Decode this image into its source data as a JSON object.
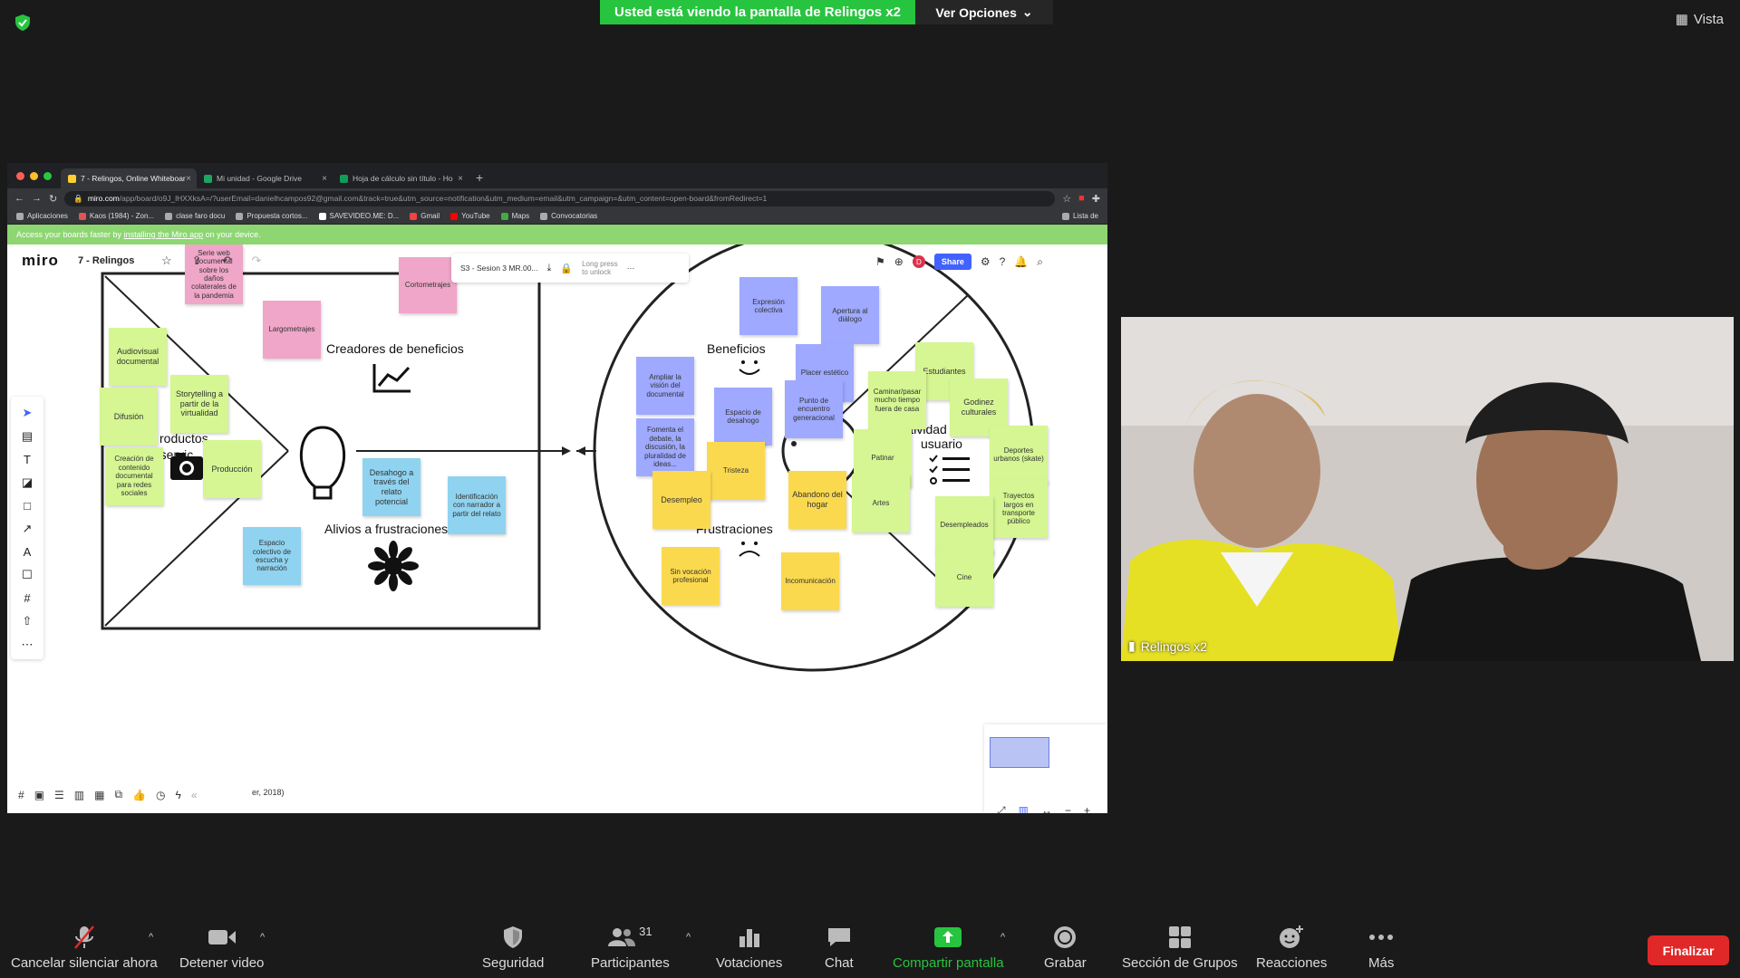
{
  "zoom": {
    "sharing_banner": "Usted está viendo la pantalla de Relingos x2",
    "view_options": "Ver Opciones",
    "vista": "Vista",
    "participant_name": "Relingos x2",
    "participants_count": "31",
    "bottom_bar": {
      "mute": "Cancelar silenciar ahora",
      "video": "Detener video",
      "security": "Seguridad",
      "participants": "Participantes",
      "polls": "Votaciones",
      "chat": "Chat",
      "share": "Compartir pantalla",
      "record": "Grabar",
      "breakout": "Sección de Grupos",
      "reactions": "Reacciones",
      "more": "Más",
      "end": "Finalizar"
    },
    "colors": {
      "green": "#27c43f",
      "red": "#e02828"
    }
  },
  "browser": {
    "tabs": [
      {
        "label": "7 - Relingos, Online Whiteboar"
      },
      {
        "label": "Mi unidad - Google Drive"
      },
      {
        "label": "Hoja de cálculo sin título - Ho"
      }
    ],
    "url_host": "miro.com",
    "url_path": "/app/board/o9J_lHXXksA=/?userEmail=danielhcampos92@gmail.com&track=true&utm_source=notification&utm_medium=email&utm_campaign=&utm_content=open-board&fromRedirect=1",
    "bookmarks": [
      "Aplicaciones",
      "Kaos (1984) - Zon...",
      "clase faro docu",
      "Propuesta cortos...",
      "SAVEVIDEO.ME: D...",
      "Gmail",
      "YouTube",
      "Maps",
      "Convocatorias"
    ],
    "bookmarks_right": "Lista de"
  },
  "miro": {
    "banner_prefix": "Access your boards faster by",
    "banner_link": "installing the Miro app",
    "banner_suffix": "on your device.",
    "logo": "miro",
    "board_name": "7 - Relingos",
    "frame_name": "S3 - Sesion 3 MR.00...",
    "lock_line1": "Long press",
    "lock_line2": "to unlock",
    "share": "Share",
    "avatar_letter": "D",
    "citation": "er, 2018)",
    "labels": {
      "creadores": "Creadores de beneficios",
      "productos_1": "roductos",
      "productos_2": "o servic",
      "alivios": "Alivios a frustraciones",
      "beneficios": "Beneficios",
      "frustraciones": "Frustraciones",
      "actividades_1": "Actividad",
      "actividades_2": "usuario"
    },
    "stickies": {
      "serie_web": "Serie web documental sobre los daños colaterales de la pandemia",
      "cortometrajes": "Cortometrajes",
      "largometrajes": "Largometrajes",
      "audiovisual": "Audiovisual documental",
      "storytelling": "Storytelling a partir de la virtualidad",
      "difusion": "Difusión",
      "creacion": "Creación de contenido documental para redes sociales",
      "produccion": "Producción",
      "desahogo": "Desahogo a través del relato potencial",
      "identificacion": "Identificación con narrador a partir del relato",
      "espacio": "Espacio colectivo de escucha y narración",
      "expresion": "Expresión colectiva",
      "apertura": "Apertura al diálogo",
      "placer": "Placer estético",
      "ampliar": "Ampliar la visión del documental",
      "fomenta": "Fomenta el debate, la discusión, la pluralidad de ideas...",
      "espacio_desahogo": "Espacio de desahogo",
      "punto_encuentro": "Punto de encuentro generacional",
      "tristeza": "Tristeza",
      "desempleo": "Desempleo",
      "abandono": "Abandono del hogar",
      "sin_vocacion": "Sin vocación profesional",
      "incomunicacion": "Incomunicación",
      "estudiantes": "Estudiantes",
      "caminar": "Caminar/pasar mucho tiempo fuera de casa",
      "godinez": "Godinez culturales",
      "patinar": "Patinar",
      "deportes": "Deportes urbanos (skate)",
      "artes": "Artes",
      "trayectos": "Trayectos largos en transporte público",
      "desempleados": "Desempleados",
      "cine": "Cine"
    }
  }
}
